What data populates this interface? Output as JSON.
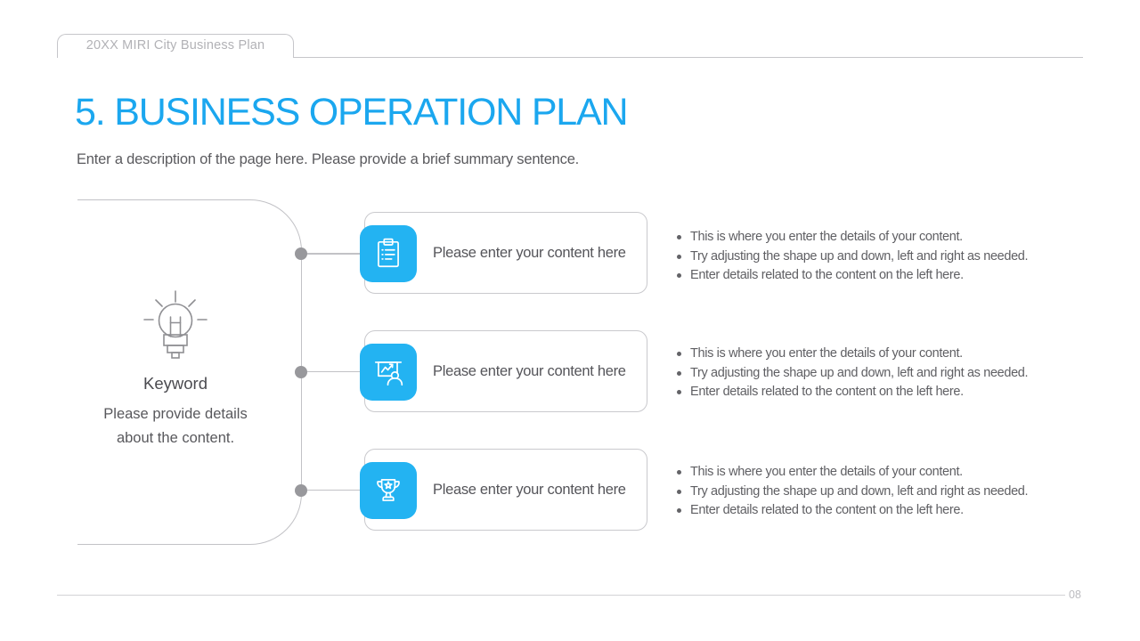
{
  "tab": {
    "label": "20XX MIRI City Business Plan"
  },
  "header": {
    "title": "5. BUSINESS OPERATION PLAN",
    "subtitle": "Enter a description of the page here. Please provide a brief summary sentence."
  },
  "colors": {
    "title_blue": "#1ba7ef",
    "icon_blue": "#23b3f2",
    "line_gray": "#c2c2c6",
    "dot_gray": "#98989c"
  },
  "keyword_panel": {
    "icon": "lightbulb-icon",
    "title": "Keyword",
    "description": "Please provide details about the content."
  },
  "rows": [
    {
      "icon": "clipboard-icon",
      "label": "Please enter your content here",
      "bullets": [
        "This is where you enter the details of your content.",
        "Try adjusting the shape up and down, left and right as needed.",
        "Enter details related to the content on the left here."
      ]
    },
    {
      "icon": "presentation-chart-icon",
      "label": "Please enter your content here",
      "bullets": [
        "This is where you enter the details of your content.",
        "Try adjusting the shape up and down, left and right as needed.",
        "Enter details related to the content on the left here."
      ]
    },
    {
      "icon": "trophy-icon",
      "label": "Please enter your content here",
      "bullets": [
        "This is where you enter the details of your content.",
        "Try adjusting the shape up and down, left and right as needed.",
        "Enter details related to the content on the left here."
      ]
    }
  ],
  "footer": {
    "page_number": "08"
  }
}
